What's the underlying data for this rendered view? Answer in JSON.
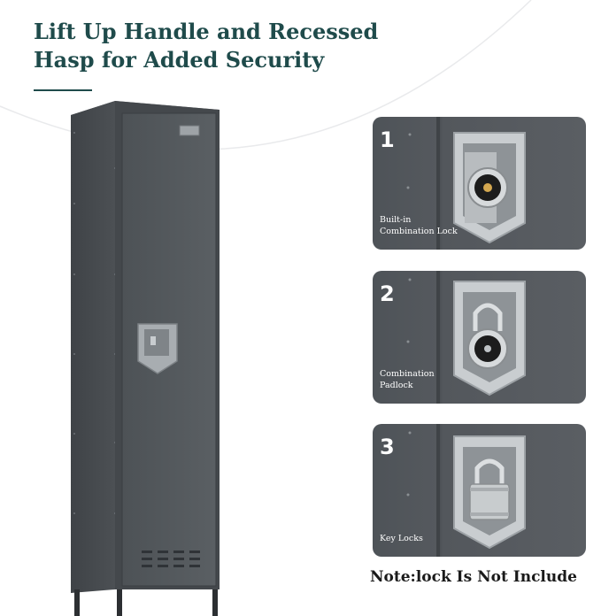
{
  "headline": {
    "line1": "Lift Up Handle and Recessed",
    "line2": "Hasp for Added Security"
  },
  "colors": {
    "headline": "#1f4b4b",
    "locker": "#4f5458",
    "panel": "#55595e"
  },
  "panels": [
    {
      "number": "1",
      "label": "Built-in\nCombination Lock",
      "lock_icon": "dial-combination-lock-icon"
    },
    {
      "number": "2",
      "label": "Combination\nPadlock",
      "lock_icon": "combination-padlock-icon"
    },
    {
      "number": "3",
      "label": "Key Locks",
      "lock_icon": "keyed-padlock-icon"
    }
  ],
  "note": "Note:lock Is Not Include"
}
